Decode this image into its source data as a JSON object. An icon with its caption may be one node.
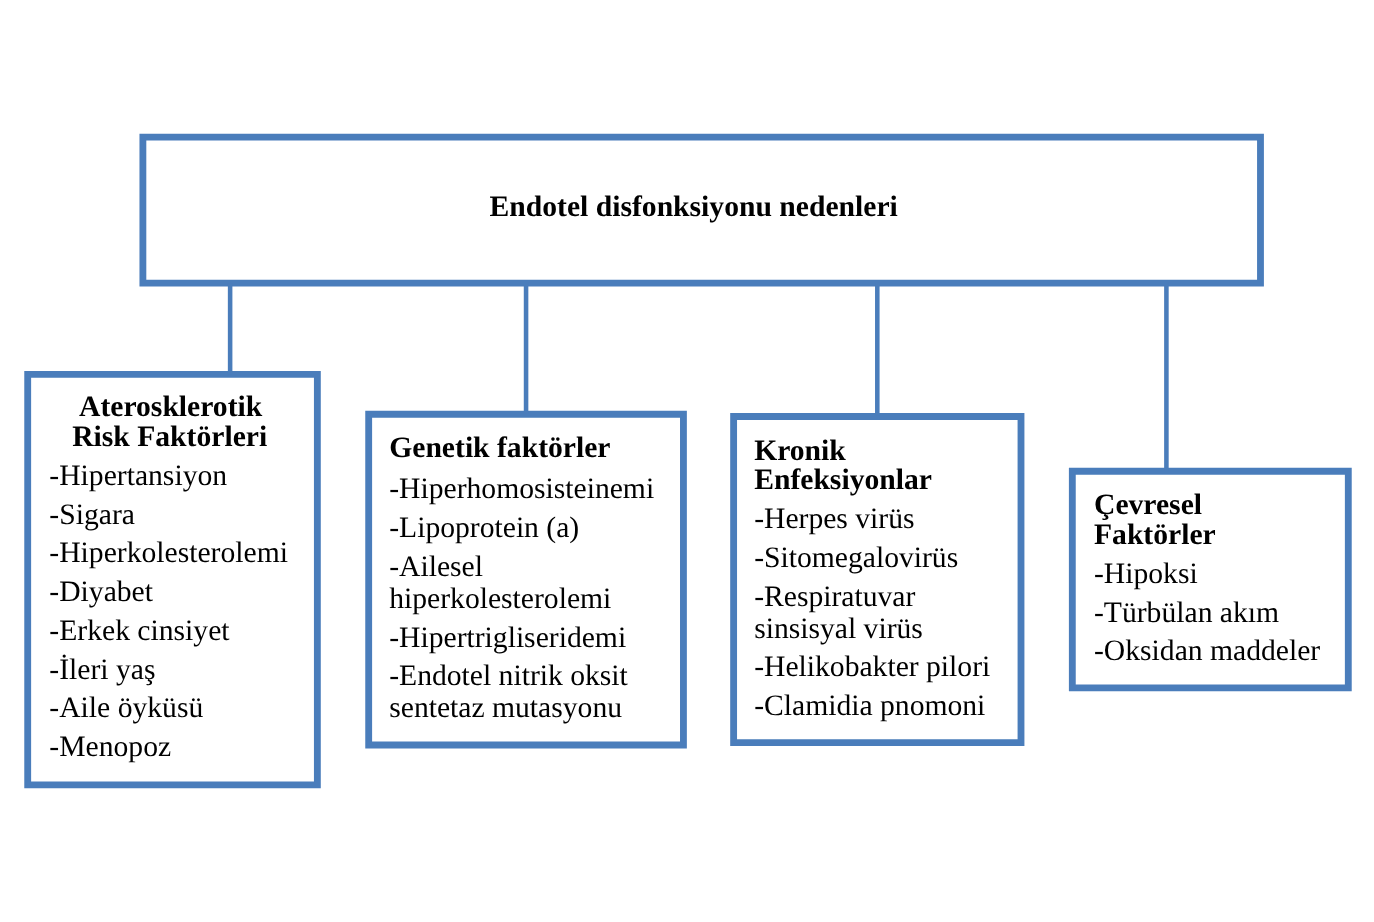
{
  "diagram": {
    "nodes": [
      {
        "text": [
          "Endotel disfonksiyonu nedenleri"
        ]
      },
      {
        "text": [
          "Aterosklerotik Risk Faktörleri",
          "-Hipertansiyon",
          "-Sigara",
          "-Hiperkolesterolemi",
          "-Diyabet",
          "-Erkek cinsiyet",
          "-İleri yaş",
          "-Aile öyküsü",
          "-Menopoz"
        ]
      },
      {
        "text": [
          "Genetik faktörler",
          "-Hiperhomosisteinemi",
          "-Lipoprotein (a)",
          "-Ailesel hiperkolesterolemi",
          "-Hipertrigliseridemi",
          "-Endotel nitrik oksit sentetaz mutasyonu"
        ]
      },
      {
        "text": [
          "Kronik Enfeksiyonlar",
          "-Herpes virüs",
          "-Sitomegalovirüs",
          "-Respiratuvar sinsisyal virüs",
          "-Helikobakter pilori",
          "-Clamidia pnomoni"
        ]
      },
      {
        "text": [
          "Çevresel Faktörler",
          "-Hipoksi",
          "-Türbülan akım",
          "-Oksidan maddeler"
        ]
      }
    ],
    "edges": [
      {
        "from": 0,
        "to": 1,
        "arrow": "none"
      },
      {
        "from": 0,
        "to": 2,
        "arrow": "none"
      },
      {
        "from": 0,
        "to": 3,
        "arrow": "none"
      },
      {
        "from": 0,
        "to": 4,
        "arrow": "none"
      }
    ]
  }
}
